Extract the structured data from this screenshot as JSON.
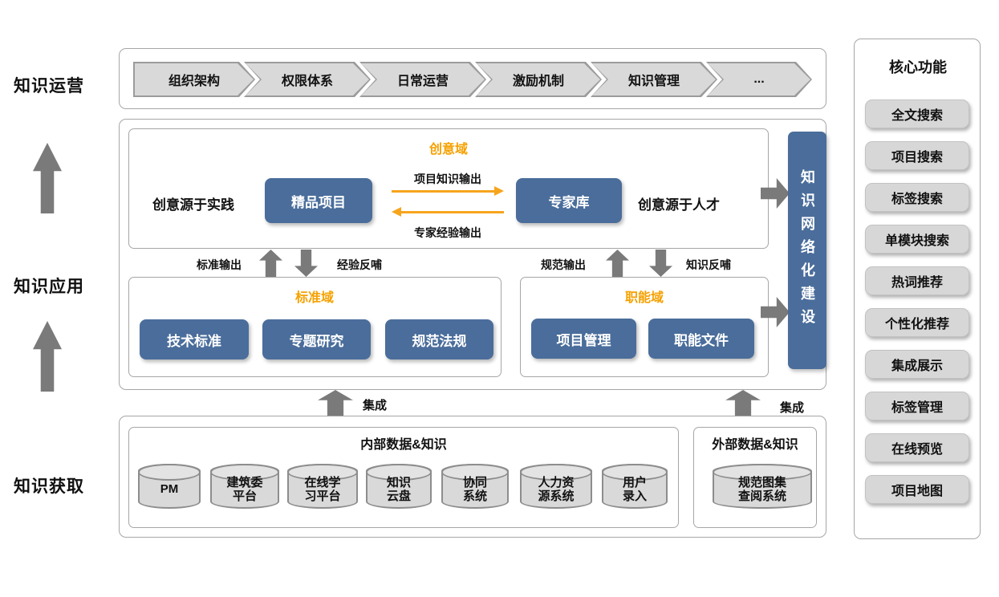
{
  "side": {
    "operations": "知识运营",
    "application": "知识应用",
    "acquisition": "知识获取"
  },
  "operations": {
    "chevrons": [
      "组织架构",
      "权限体系",
      "日常运营",
      "激励机制",
      "知识管理",
      "..."
    ]
  },
  "application": {
    "creative": {
      "title": "创意域",
      "left_text": "创意源于实践",
      "project_button": "精品项目",
      "expert_button": "专家库",
      "right_text": "创意源于人才",
      "arrow_out_label": "项目知识输出",
      "arrow_back_label": "专家经验输出"
    },
    "flows": {
      "standard_output": "标准输出",
      "experience_feedback": "经验反哺",
      "spec_output": "规范输出",
      "knowledge_feedback": "知识反哺"
    },
    "standard": {
      "title": "标准域",
      "buttons": [
        "技术标准",
        "专题研究",
        "规范法规"
      ]
    },
    "functional": {
      "title": "职能域",
      "buttons": [
        "项目管理",
        "职能文件"
      ]
    },
    "network": "知识网络化建设"
  },
  "acquisition": {
    "integration_label": "集成",
    "internal": {
      "title": "内部数据&知识",
      "sources": [
        "PM",
        "建筑委\n平台",
        "在线学\n习平台",
        "知识\n云盘",
        "协同\n系统",
        "人力资\n源系统",
        "用户\n录入"
      ]
    },
    "external": {
      "title": "外部数据&知识",
      "sources": [
        "规范图集\n查阅系统"
      ]
    }
  },
  "core_functions": {
    "title": "核心功能",
    "items": [
      "全文搜索",
      "项目搜索",
      "标签搜索",
      "单模块搜索",
      "热词推荐",
      "个性化推荐",
      "集成展示",
      "标签管理",
      "在线预览",
      "项目地图"
    ]
  },
  "colors": {
    "primary_blue": "#4a6d9b",
    "accent_orange": "#f5a100",
    "arrow_gray": "#7a7a7a",
    "fill_gray": "#d9d9d9",
    "border_gray": "#a6a6a6"
  }
}
